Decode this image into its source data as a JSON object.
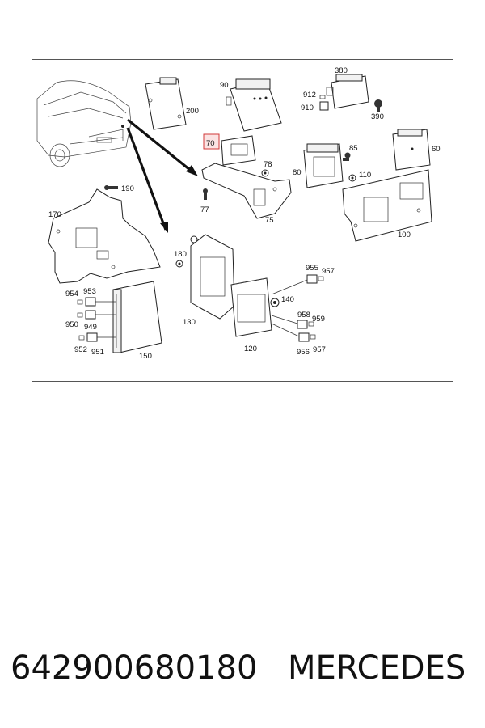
{
  "diagram": {
    "labels": {
      "l200": "200",
      "l90": "90",
      "l380": "380",
      "l912": "912",
      "l910": "910",
      "l390": "390",
      "l70": "70",
      "l85": "85",
      "l60": "60",
      "l80": "80",
      "l110": "110",
      "l78": "78",
      "l190": "190",
      "l77": "77",
      "l75": "75",
      "l170": "170",
      "l100": "100",
      "l180": "180",
      "l955": "955",
      "l957a": "957",
      "l954": "954",
      "l953": "953",
      "l140": "140",
      "l950": "950",
      "l949": "949",
      "l958": "958",
      "l959": "959",
      "l952": "952",
      "l951": "951",
      "l150": "150",
      "l130": "130",
      "l120": "120",
      "l956": "956",
      "l957b": "957"
    },
    "highlighted_part": "70",
    "highlight_color": "#d23a3a"
  },
  "footer": {
    "part_number": "642900680180",
    "brand": "MERCEDES"
  }
}
